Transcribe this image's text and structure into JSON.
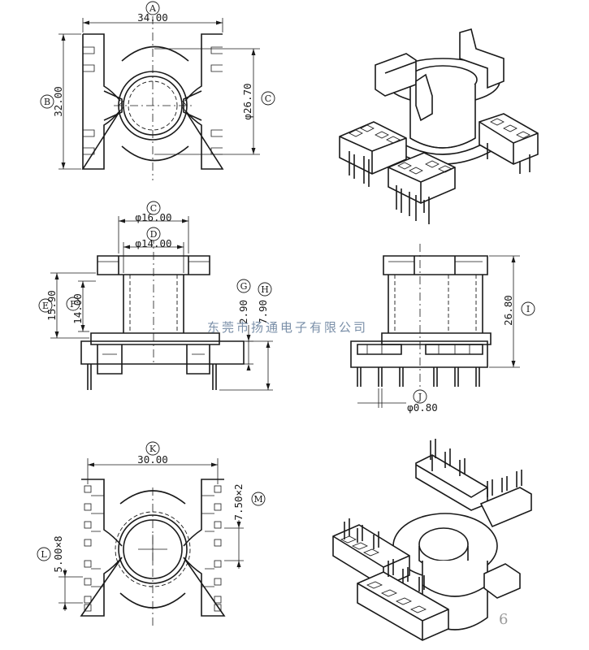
{
  "dimensions": {
    "a": {
      "label": "A",
      "value": "34.00"
    },
    "b": {
      "label": "B",
      "value": "32.00"
    },
    "c_top": {
      "label": "C",
      "value": "φ26.70"
    },
    "c_side": {
      "label": "C",
      "value": "φ16.00"
    },
    "d": {
      "label": "D",
      "value": "φ14.00"
    },
    "e": {
      "label": "E",
      "value": "15.90"
    },
    "f": {
      "label": "F",
      "value": "14.00"
    },
    "g": {
      "label": "G",
      "value": "2.90"
    },
    "h": {
      "label": "H",
      "value": "7.90"
    },
    "i": {
      "label": "I",
      "value": "26.80"
    },
    "j": {
      "label": "J",
      "value": "φ0.80"
    },
    "k": {
      "label": "K",
      "value": "30.00"
    },
    "l": {
      "label": "L",
      "value": "5.00×8"
    },
    "m": {
      "label": "M",
      "value": "7.50×2"
    }
  },
  "watermark": "东莞市扬通电子有限公司",
  "page_number": "6"
}
